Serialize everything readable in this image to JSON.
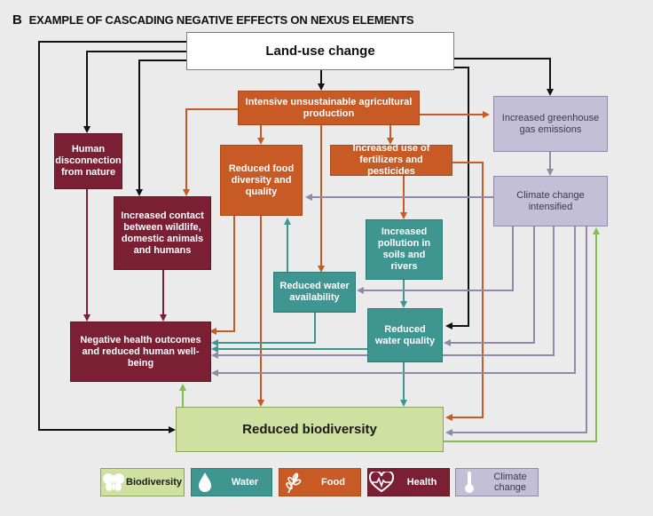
{
  "figure": {
    "panel_letter": "B",
    "title": "EXAMPLE OF CASCADING NEGATIVE EFFECTS ON NEXUS ELEMENTS"
  },
  "nodes": {
    "land_use": "Land-use change",
    "intensive_ag": "Intensive unsustainable agricultural production",
    "greenhouse": "Increased greenhouse gas emissions",
    "human_disconnection": "Human disconnection from nature",
    "reduced_food": "Reduced food diversity and quality",
    "fertilizers": "Increased use of fertilizers and pesticides",
    "climate_change": "Climate change intensified",
    "contact": "Increased contact between wildlife, domestic animals and humans",
    "pollution": "Increased pollution in soils and rivers",
    "reduced_water_avail": "Reduced water availability",
    "negative_health": "Negative health outcomes and reduced human well-being",
    "reduced_water_quality": "Reduced water quality",
    "reduced_biodiversity": "Reduced biodiversity"
  },
  "legend": {
    "biodiversity": "Biodiversity",
    "water": "Water",
    "food": "Food",
    "health": "Health",
    "climate": "Climate change"
  },
  "colors": {
    "food": "#c85a26",
    "health": "#7a1f34",
    "water": "#3f9691",
    "climate": "#8f8aa8",
    "biodiversity": "#7fbf4d",
    "land_use": "#111111"
  },
  "icons": {
    "biodiversity": "butterfly-icon",
    "water": "water-drop-icon",
    "food": "wheat-icon",
    "health": "heart-pulse-icon",
    "climate": "thermometer-icon"
  }
}
